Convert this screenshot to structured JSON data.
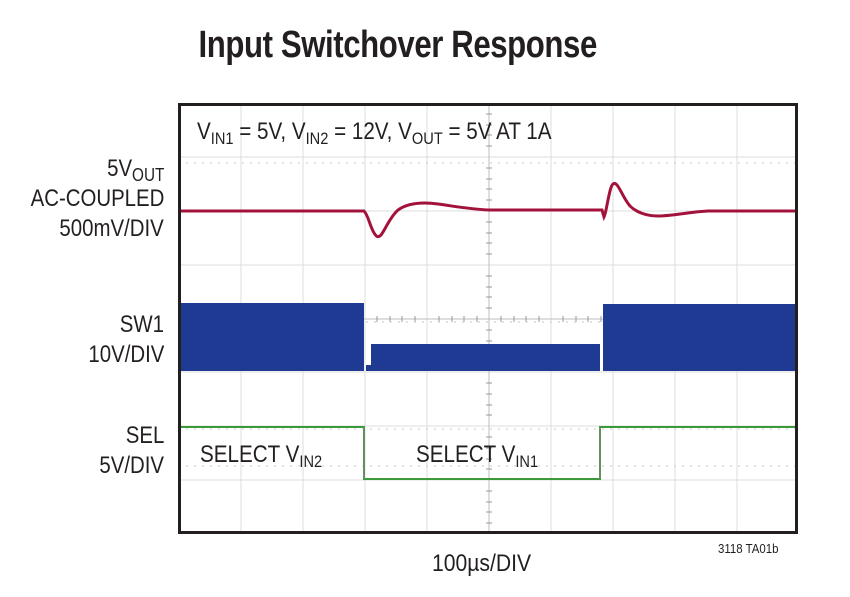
{
  "chart_data": {
    "type": "line",
    "title": "Input Switchover Response",
    "subtitle": "VIN1 = 5V, VIN2 = 12V, VOUT = 5V AT 1A",
    "xlabel": "100µs/DIV",
    "grid": {
      "on": true,
      "x_divisions": 10,
      "y_divisions": 8
    },
    "figure_id": "3118 TA01b",
    "x_unit": "µs",
    "xlim": [
      0,
      1000
    ],
    "series": [
      {
        "name": "5VOUT AC-COUPLED",
        "scale": "500mV/DIV",
        "color": "#a3123a",
        "x": [
          0,
          300,
          305,
          320,
          340,
          360,
          380,
          400,
          440,
          480,
          520,
          600,
          675,
          680,
          690,
          700,
          710,
          725,
          740,
          760,
          790,
          820,
          860,
          1000
        ],
        "y_divs": [
          0,
          0,
          -0.2,
          -0.45,
          -0.3,
          0,
          0.12,
          0.15,
          0.12,
          0.05,
          0.02,
          0,
          0,
          -0.15,
          0.45,
          0.55,
          0.4,
          0.1,
          -0.12,
          -0.15,
          -0.08,
          -0.03,
          0,
          0
        ]
      },
      {
        "name": "SW1",
        "scale": "10V/DIV",
        "color": "#1f3a93",
        "segments": [
          {
            "x_start": 0,
            "x_end": 300,
            "low_div": 0,
            "high_div": 1.25,
            "note": "switching at VIN2 = 12V"
          },
          {
            "x_start": 310,
            "x_end": 685,
            "low_div": 0,
            "high_div": 0.5,
            "note": "switching at VIN1 = 5V"
          },
          {
            "x_start": 690,
            "x_end": 1000,
            "low_div": 0,
            "high_div": 1.25,
            "note": "switching at VIN2 = 12V"
          }
        ]
      },
      {
        "name": "SEL",
        "scale": "5V/DIV",
        "color": "#3a9a3a",
        "x": [
          0,
          300,
          300,
          685,
          685,
          1000
        ],
        "y_divs": [
          1,
          1,
          0,
          0,
          1,
          1
        ]
      }
    ],
    "annotations": [
      "SELECT VIN2",
      "SELECT VIN1"
    ]
  },
  "title": "Input Switchover Response",
  "conditions": {
    "v1": "V",
    "v1_sub": "IN1",
    "v1_val": " = 5V, ",
    "v2": "V",
    "v2_sub": "IN2",
    "v2_val": " = 12V, ",
    "v3": "V",
    "v3_sub": "OUT",
    "v3_val": " = 5V AT 1A"
  },
  "labels": {
    "ch1_line1_main": "5V",
    "ch1_line1_sub": "OUT",
    "ch1_line2": "AC-COUPLED",
    "ch1_line3": "500mV/DIV",
    "ch2_line1": "SW1",
    "ch2_line2": "10V/DIV",
    "ch3_line1": "SEL",
    "ch3_line2": "5V/DIV"
  },
  "annot": {
    "sel2_main": "SELECT V",
    "sel2_sub": "IN2",
    "sel1_main": "SELECT V",
    "sel1_sub": "IN1"
  },
  "xlabel": "100µs/DIV",
  "figure_id": "3118 TA01b",
  "colors": {
    "vout": "#a3123a",
    "sw1": "#1f3a93",
    "sel": "#3a9a3a",
    "grid": "#d9d9d9",
    "frame": "#231f20"
  }
}
